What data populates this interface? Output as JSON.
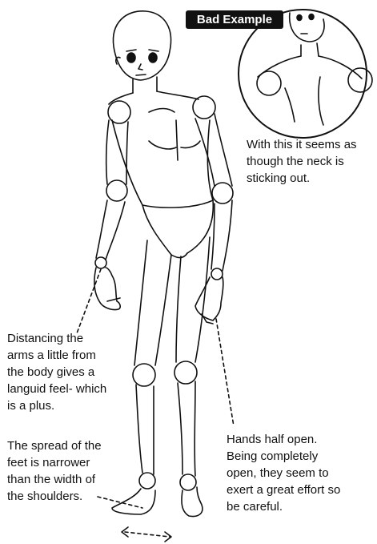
{
  "badge": {
    "label": "Bad Example"
  },
  "notes": {
    "neck": [
      "With this it seems as",
      "though the neck is",
      "sticking out."
    ],
    "arms": [
      "Distancing the",
      "arms a little from",
      "the body gives a",
      "languid feel- which",
      "is a plus."
    ],
    "feet": [
      "The spread of the",
      "feet is narrower",
      "than the width of",
      "the shoulders."
    ],
    "hands": [
      "Hands half open.",
      "Being completely",
      "open, they seem to",
      "exert a great effort so",
      "be careful."
    ]
  },
  "colors": {
    "ink": "#111111",
    "paper": "#ffffff",
    "badge": "#111111"
  }
}
